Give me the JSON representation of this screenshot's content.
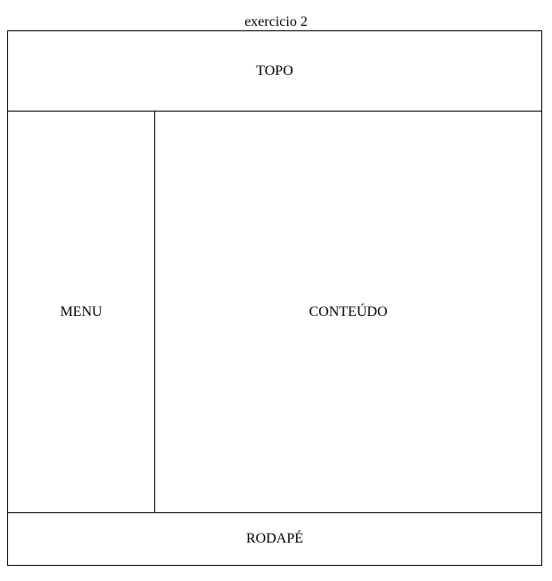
{
  "page": {
    "title": "exercicio 2"
  },
  "layout": {
    "topo": "TOPO",
    "menu": "MENU",
    "conteudo": "CONTEÚDO",
    "rodape": "RODAPÉ"
  },
  "colors": {
    "border": "#000000",
    "background": "#ffffff",
    "text": "#000000"
  }
}
